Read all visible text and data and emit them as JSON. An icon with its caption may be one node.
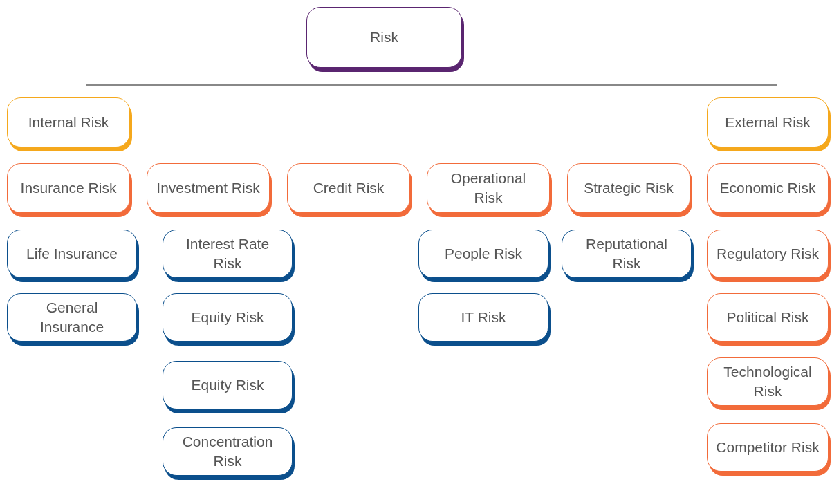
{
  "diagram": {
    "nodes": [
      {
        "text": [
          "Risk"
        ]
      },
      {
        "text": [
          "Internal Risk"
        ]
      },
      {
        "text": [
          "External Risk"
        ]
      },
      {
        "text": [
          "Insurance Risk"
        ]
      },
      {
        "text": [
          "Investment Risk"
        ]
      },
      {
        "text": [
          "Credit Risk"
        ]
      },
      {
        "text": [
          "Operational Risk"
        ]
      },
      {
        "text": [
          "Strategic Risk"
        ]
      },
      {
        "text": [
          "Economic Risk"
        ]
      },
      {
        "text": [
          "Life Insurance"
        ]
      },
      {
        "text": [
          "Interest Rate Risk"
        ]
      },
      {
        "text": [
          "People Risk"
        ]
      },
      {
        "text": [
          "Reputational Risk"
        ]
      },
      {
        "text": [
          "Regulatory Risk"
        ]
      },
      {
        "text": [
          "General Insurance"
        ]
      },
      {
        "text": [
          "Equity Risk"
        ]
      },
      {
        "text": [
          "IT Risk"
        ]
      },
      {
        "text": [
          "Political Risk"
        ]
      },
      {
        "text": [
          "Equity Risk"
        ]
      },
      {
        "text": [
          "Technological Risk"
        ]
      },
      {
        "text": [
          "Concentration Risk"
        ]
      },
      {
        "text": [
          "Competitor Risk"
        ]
      }
    ]
  }
}
